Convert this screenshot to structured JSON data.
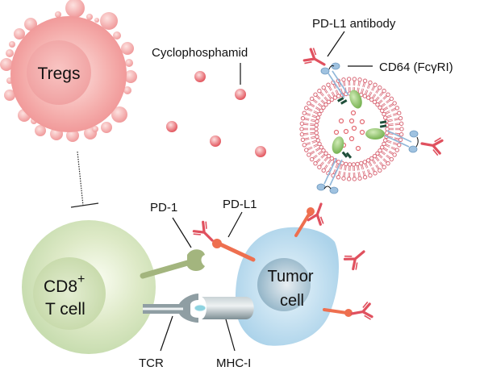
{
  "title": "PD-L1 antibody liposome with cyclophosphamide for tumor immunotherapy",
  "cells": {
    "tregs": {
      "label": "Tregs",
      "color": "#f4a3a3"
    },
    "cd8": {
      "label_line1": "CD8",
      "label_sup": "+",
      "label_line2": "T cell",
      "color": "#cfe2b0"
    },
    "tumor": {
      "label_line1": "Tumor",
      "label_line2": "cell",
      "color": "#b9dcef"
    }
  },
  "labels": {
    "cyclophosphamid": "Cyclophosphamid",
    "pdl1_antibody": "PD-L1 antibody",
    "cd64": "CD64 (FcγRI)",
    "pd1": "PD-1",
    "pdl1": "PD-L1",
    "tcr": "TCR",
    "mhc": "MHC-I"
  },
  "colors": {
    "antibody": "#e0505e",
    "pdl1": "#ee6f4f",
    "pd1": "#a3b57e",
    "cd64": "#8fb7d9",
    "liposome": "#d96a78",
    "drug": "#ea6f74",
    "green_protein": "#8cc06a",
    "dark_green": "#1f4f3a",
    "tcr_mhc": "#8f9ea3"
  },
  "inhibition": {
    "from": "tregs",
    "to": "cd8",
    "type": "inhibits"
  }
}
